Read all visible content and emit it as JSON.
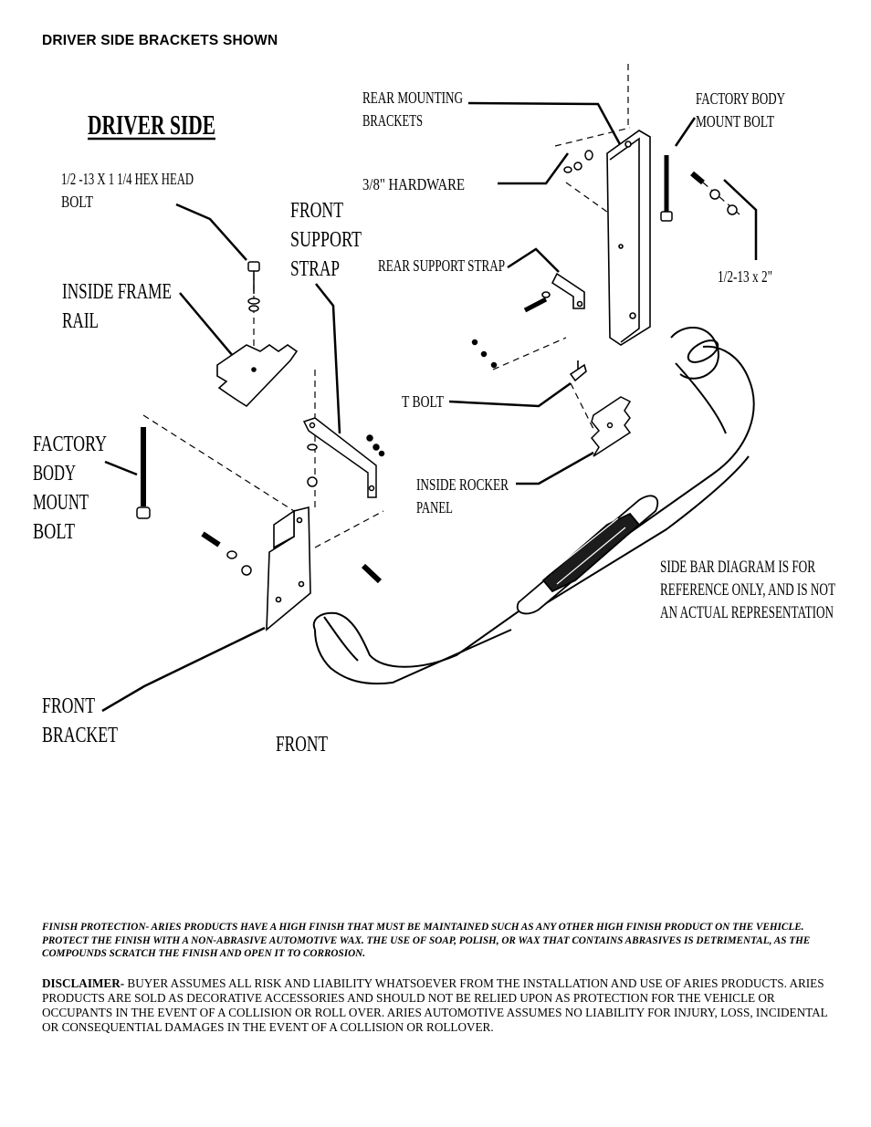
{
  "page_heading": "DRIVER SIDE BRACKETS SHOWN",
  "diagram": {
    "title": "DRIVER SIDE",
    "labels": {
      "hex_bolt_1": "1/2 -13 X 1 1/4 HEX HEAD",
      "hex_bolt_2": "BOLT",
      "front_strap_1": "FRONT",
      "front_strap_2": "SUPPORT",
      "front_strap_3": "STRAP",
      "inside_frame_1": "INSIDE FRAME",
      "inside_frame_2": "RAIL",
      "factory_left_1": "FACTORY",
      "factory_left_2": "BODY",
      "factory_left_3": "MOUNT",
      "factory_left_4": "BOLT",
      "front_bracket_1": "FRONT",
      "front_bracket_2": "BRACKET",
      "front": "FRONT",
      "rear_mount_1": "REAR MOUNTING",
      "rear_mount_2": "BRACKETS",
      "hardware_38": "3/8\"    HARDWARE",
      "factory_right_1": "FACTORY BODY",
      "factory_right_2": "MOUNT BOLT",
      "half_13_x2": "1/2-13 x 2\"",
      "rear_strap": "REAR SUPPORT STRAP",
      "t_bolt": "T BOLT",
      "inside_rocker_1": "INSIDE ROCKER",
      "inside_rocker_2": "PANEL",
      "note_1": "SIDE BAR DIAGRAM IS FOR",
      "note_2": "REFERENCE ONLY, AND IS NOT",
      "note_3": "AN ACTUAL REPRESENTATION"
    }
  },
  "finish_protection": "FINISH PROTECTION-  ARIES PRODUCTS HAVE A HIGH FINISH THAT MUST BE MAINTAINED SUCH AS ANY OTHER HIGH FINISH PRODUCT ON THE VEHICLE.  PROTECT THE FINISH WITH A NON-ABRASIVE AUTOMOTIVE WAX.  THE USE OF SOAP, POLISH, OR WAX THAT CONTAINS ABRASIVES IS DETRIMENTAL, AS THE COMPOUNDS SCRATCH THE FINISH AND OPEN IT TO CORROSION.",
  "disclaimer": {
    "label": "DISCLAIMER-",
    "text": " BUYER ASSUMES ALL RISK AND LIABILITY WHATSOEVER FROM THE INSTALLATION AND USE OF ARIES PRODUCTS.   ARIES PRODUCTS  ARE SOLD AS DECORATIVE ACCESSORIES AND SHOULD NOT BE RELIED UPON AS PROTECTION FOR THE VEHICLE OR OCCUPANTS IN THE EVENT OF A COLLISION OR ROLL OVER.  ARIES AUTOMOTIVE ASSUMES NO LIABILITY FOR INJURY,  LOSS, INCIDENTAL OR CONSEQUENTIAL DAMAGES IN THE EVENT OF A COLLISION OR ROLLOVER."
  }
}
